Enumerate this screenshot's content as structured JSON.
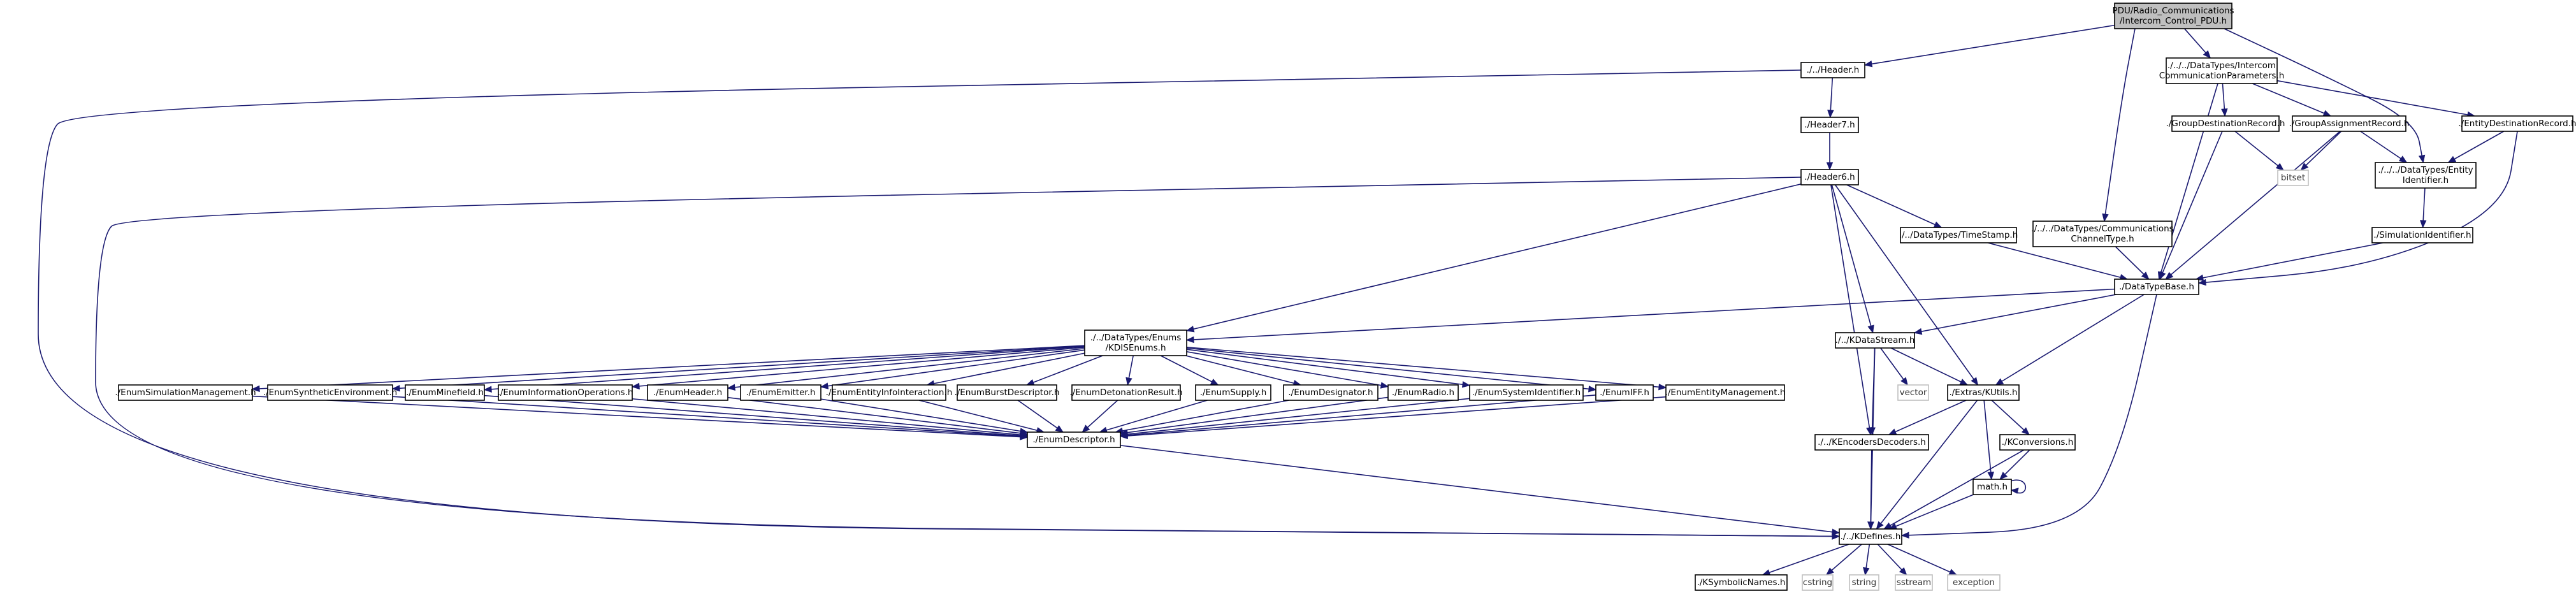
{
  "colors": {
    "edge": "#191970",
    "root_fill": "#bfbfbf",
    "node_border": "#000000",
    "external_border": "#bfbfbf"
  },
  "nodes": {
    "root": {
      "lines": [
        "PDU/Radio_Communications",
        "/Intercom_Control_PDU.h"
      ]
    },
    "header": {
      "lines": [
        "./../Header.h"
      ]
    },
    "header7": {
      "lines": [
        "./Header7.h"
      ]
    },
    "header6": {
      "lines": [
        "./Header6.h"
      ]
    },
    "intercom_params": {
      "lines": [
        "./../../DataTypes/Intercom",
        "CommunicationParameters.h"
      ]
    },
    "comm_channel_type": {
      "lines": [
        "./../../DataTypes/Communications",
        "ChannelType.h"
      ]
    },
    "group_destination": {
      "lines": [
        "./GroupDestinationRecord.h"
      ]
    },
    "group_assignment": {
      "lines": [
        "./GroupAssignmentRecord.h"
      ]
    },
    "entity_destination": {
      "lines": [
        "./EntityDestinationRecord.h"
      ]
    },
    "entity_identifier": {
      "lines": [
        "./../../DataTypes/Entity",
        "Identifier.h"
      ]
    },
    "simulation_identifier": {
      "lines": [
        "./SimulationIdentifier.h"
      ]
    },
    "bitset": {
      "lines": [
        "bitset"
      ]
    },
    "timestamp": {
      "lines": [
        "./../DataTypes/TimeStamp.h"
      ]
    },
    "datatypebase": {
      "lines": [
        "./DataTypeBase.h"
      ]
    },
    "dis_enums": {
      "lines": [
        "./../DataTypes/Enums",
        "/KDISEnums.h"
      ]
    },
    "kdatastream": {
      "lines": [
        "./../KDataStream.h"
      ]
    },
    "vector": {
      "lines": [
        "vector"
      ]
    },
    "kutils": {
      "lines": [
        "./Extras/KUtils.h"
      ]
    },
    "encoders": {
      "lines": [
        "./../KEncodersDecoders.h"
      ]
    },
    "kconversions": {
      "lines": [
        "./KConversions.h"
      ]
    },
    "math": {
      "lines": [
        "math.h"
      ]
    },
    "kdefines": {
      "lines": [
        "./../KDefines.h"
      ]
    },
    "symbolic_names": {
      "lines": [
        "./KSymbolicNames.h"
      ]
    },
    "cstring": {
      "lines": [
        "cstring"
      ]
    },
    "string": {
      "lines": [
        "string"
      ]
    },
    "sstream": {
      "lines": [
        "sstream"
      ]
    },
    "exception": {
      "lines": [
        "exception"
      ]
    },
    "enum_descriptor": {
      "lines": [
        "./EnumDescriptor.h"
      ]
    },
    "enum_sim_mgmt": {
      "lines": [
        "./EnumSimulationManagement.h"
      ]
    },
    "enum_synth_env": {
      "lines": [
        "./EnumSyntheticEnvironment.h"
      ]
    },
    "enum_minefield": {
      "lines": [
        "./EnumMinefield.h"
      ]
    },
    "enum_info_ops": {
      "lines": [
        "./EnumInformationOperations.h"
      ]
    },
    "enum_header": {
      "lines": [
        "./EnumHeader.h"
      ]
    },
    "enum_emitter": {
      "lines": [
        "./EnumEmitter.h"
      ]
    },
    "enum_entity_info": {
      "lines": [
        "./EnumEntityInfoInteraction.h"
      ]
    },
    "enum_burst": {
      "lines": [
        "./EnumBurstDescriptor.h"
      ]
    },
    "enum_detonation": {
      "lines": [
        "./EnumDetonationResult.h"
      ]
    },
    "enum_supply": {
      "lines": [
        "./EnumSupply.h"
      ]
    },
    "enum_designator": {
      "lines": [
        "./EnumDesignator.h"
      ]
    },
    "enum_radio": {
      "lines": [
        "./EnumRadio.h"
      ]
    },
    "enum_system_id": {
      "lines": [
        "./EnumSystemIdentifier.h"
      ]
    },
    "enum_iff": {
      "lines": [
        "./EnumIFF.h"
      ]
    },
    "enum_entity_mgmt": {
      "lines": [
        "./EnumEntityManagement.h"
      ]
    }
  }
}
